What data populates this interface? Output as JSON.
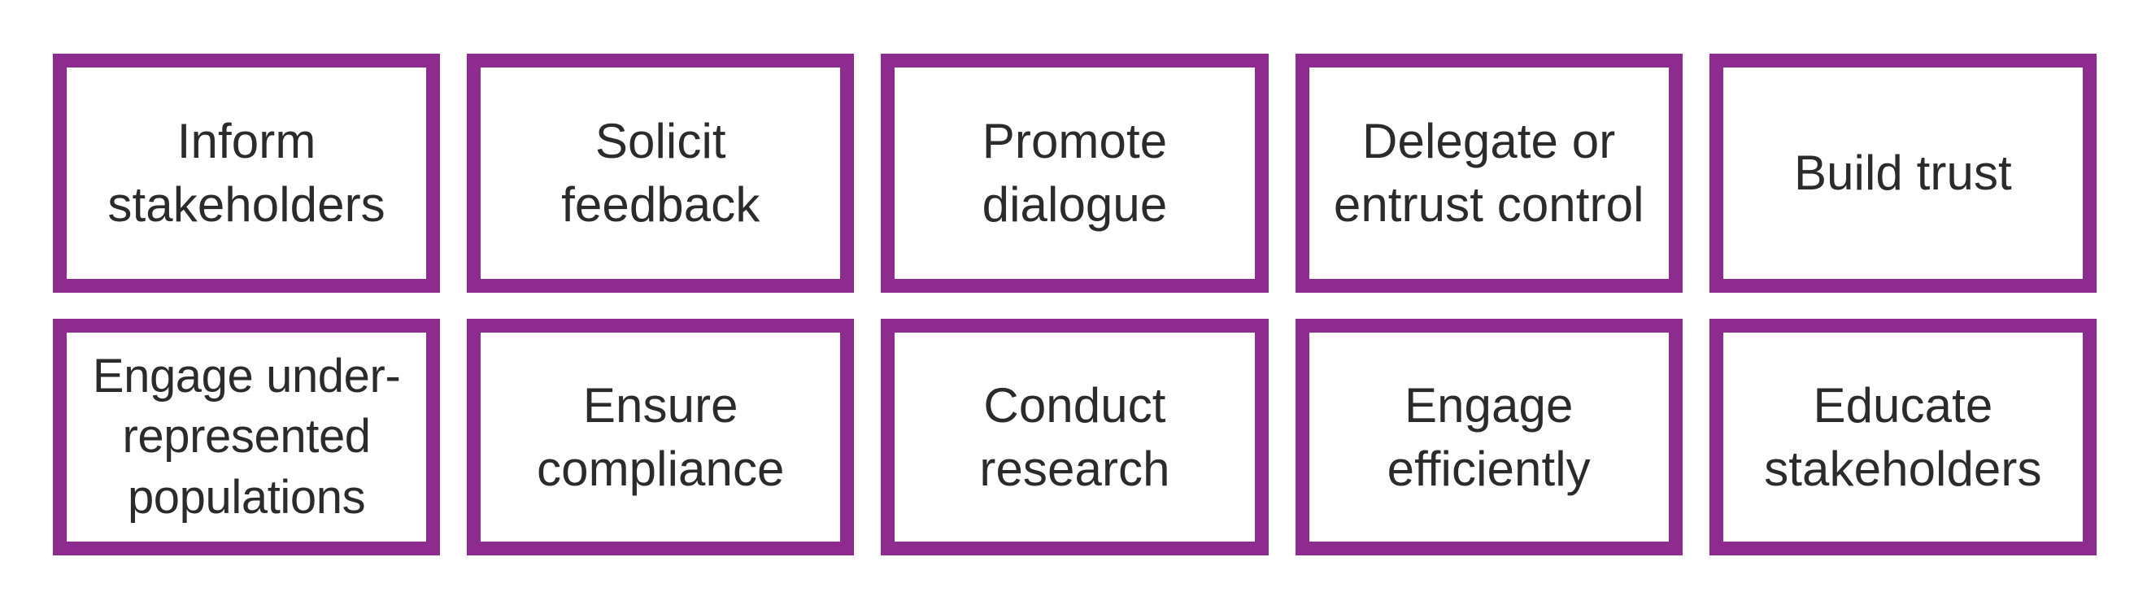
{
  "theme": {
    "background": "#ffffff",
    "box_fill": "#ffffff",
    "border_color": "#8e2b8e",
    "text_color": "#2b2b2b"
  },
  "diagram": {
    "type": "grid",
    "columns": 5,
    "rows": 2,
    "cells": [
      {
        "id": "inform-stakeholders",
        "row": 1,
        "column": 1,
        "label": "Inform\nstakeholders"
      },
      {
        "id": "solicit-feedback",
        "row": 1,
        "column": 2,
        "label": "Solicit\nfeedback"
      },
      {
        "id": "promote-dialogue",
        "row": 1,
        "column": 3,
        "label": "Promote\ndialogue"
      },
      {
        "id": "delegate-entrust-control",
        "row": 1,
        "column": 4,
        "label": "Delegate or\nentrust control"
      },
      {
        "id": "build-trust",
        "row": 1,
        "column": 5,
        "label": "Build trust"
      },
      {
        "id": "engage-underrepresented",
        "row": 2,
        "column": 1,
        "label": "Engage under-\nrepresented\npopulations"
      },
      {
        "id": "ensure-compliance",
        "row": 2,
        "column": 2,
        "label": "Ensure\ncompliance"
      },
      {
        "id": "conduct-research",
        "row": 2,
        "column": 3,
        "label": "Conduct\nresearch"
      },
      {
        "id": "engage-efficiently",
        "row": 2,
        "column": 4,
        "label": "Engage\nefficiently"
      },
      {
        "id": "educate-stakeholders",
        "row": 2,
        "column": 5,
        "label": "Educate\nstakeholders"
      }
    ]
  }
}
